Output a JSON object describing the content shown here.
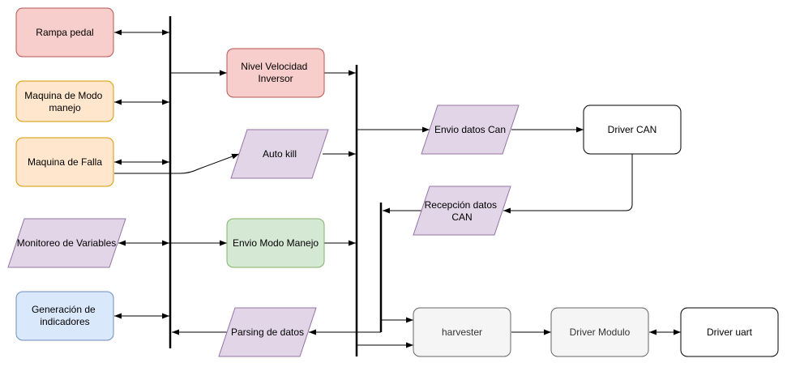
{
  "colors": {
    "red_fill": "#f8cecc",
    "red_stroke": "#b85450",
    "orange_fill": "#ffe6cc",
    "orange_stroke": "#d79b00",
    "purple_fill": "#e1d5e7",
    "purple_stroke": "#9673a6",
    "green_fill": "#d5e8d4",
    "green_stroke": "#82b366",
    "blue_fill": "#dae8fc",
    "blue_stroke": "#6c8ebf",
    "gray_fill": "#f5f5f5",
    "gray_stroke": "#666666",
    "white_fill": "#ffffff",
    "black_stroke": "#000000"
  },
  "nodes": {
    "rampa_pedal": {
      "lines": [
        "Rampa pedal"
      ]
    },
    "maquina_modo": {
      "lines": [
        "Maquina de Modo",
        "manejo"
      ]
    },
    "maquina_falla": {
      "lines": [
        "Maquina de Falla"
      ]
    },
    "monitoreo": {
      "lines": [
        "Monitoreo de Variables"
      ]
    },
    "generacion": {
      "lines": [
        "Generación de",
        "indicadores"
      ]
    },
    "nivel_velocidad": {
      "lines": [
        "Nivel Velocidad",
        "Inversor"
      ]
    },
    "auto_kill": {
      "lines": [
        "Auto kill"
      ]
    },
    "envio_modo": {
      "lines": [
        "Envio Modo Manejo"
      ]
    },
    "parsing": {
      "lines": [
        "Parsing de datos"
      ]
    },
    "envio_can": {
      "lines": [
        "Envio datos Can"
      ]
    },
    "driver_can": {
      "lines": [
        "Driver CAN"
      ]
    },
    "recepcion_can": {
      "lines": [
        "Recepción datos",
        "CAN"
      ]
    },
    "harvester": {
      "lines": [
        "harvester"
      ]
    },
    "driver_modulo": {
      "lines": [
        "Driver Modulo"
      ]
    },
    "driver_uart": {
      "lines": [
        "Driver uart"
      ]
    }
  }
}
